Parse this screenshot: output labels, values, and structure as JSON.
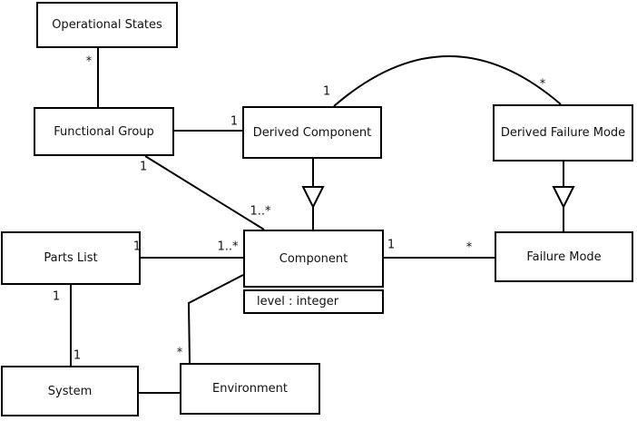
{
  "diagram": {
    "type": "uml-class-diagram",
    "background_color": "#ffffff",
    "line_color": "#000000",
    "text_color": "#111111",
    "classes": [
      {
        "id": "operational-states",
        "name": "Operational States"
      },
      {
        "id": "functional-group",
        "name": "Functional Group"
      },
      {
        "id": "derived-component",
        "name": "Derived Component"
      },
      {
        "id": "derived-failure-mode",
        "name": "Derived Failure Mode"
      },
      {
        "id": "parts-list",
        "name": "Parts List"
      },
      {
        "id": "component",
        "name": "Component",
        "attributes": [
          "level : integer"
        ]
      },
      {
        "id": "failure-mode",
        "name": "Failure Mode"
      },
      {
        "id": "system",
        "name": "System"
      },
      {
        "id": "environment",
        "name": "Environment"
      }
    ],
    "associations": [
      {
        "from": "Operational States",
        "to": "Functional Group",
        "labels": [
          {
            "end": "Operational States",
            "text": "*"
          }
        ]
      },
      {
        "from": "Functional Group",
        "to": "Derived Component",
        "labels": [
          {
            "end": "Derived Component",
            "text": "1"
          }
        ]
      },
      {
        "from": "Functional Group",
        "to": "Component",
        "labels": [
          {
            "end": "Functional Group",
            "text": "1"
          },
          {
            "end": "Component",
            "text": "1..*"
          }
        ]
      },
      {
        "from": "Derived Component",
        "to": "Derived Failure Mode",
        "shape": "arc",
        "labels": [
          {
            "end": "Derived Component",
            "text": "1"
          },
          {
            "end": "Derived Failure Mode",
            "text": "*"
          }
        ]
      },
      {
        "from": "Parts List",
        "to": "Component",
        "labels": [
          {
            "end": "Parts List",
            "text": "1"
          },
          {
            "end": "Component",
            "text": "1..*"
          }
        ]
      },
      {
        "from": "Component",
        "to": "Failure Mode",
        "labels": [
          {
            "end": "Component",
            "text": "1"
          },
          {
            "end": "Failure Mode",
            "text": "*"
          }
        ]
      },
      {
        "from": "Parts List",
        "to": "System",
        "labels": [
          {
            "end": "Parts List",
            "text": "1"
          },
          {
            "end": "System",
            "text": "1"
          }
        ]
      },
      {
        "from": "Component",
        "to": "Environment",
        "labels": [
          {
            "end": "Environment",
            "text": "*"
          }
        ]
      },
      {
        "from": "System",
        "to": "Environment",
        "labels": []
      }
    ],
    "generalizations": [
      {
        "child": "Derived Component",
        "parent": "Component"
      },
      {
        "child": "Derived Failure Mode",
        "parent": "Failure Mode"
      }
    ]
  }
}
